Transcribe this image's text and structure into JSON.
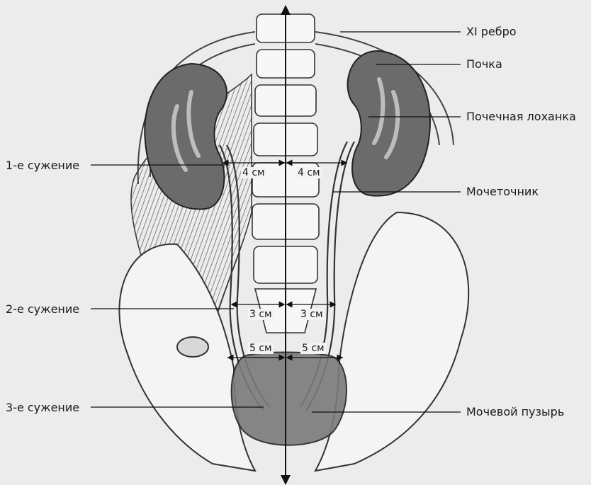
{
  "labels": {
    "rib": "XI ребро",
    "kidney": "Почка",
    "pelvis": "Почечная лоханка",
    "ureter": "Мочеточник",
    "bladder": "Мочевой пузырь",
    "narrowing1": "1-е сужение",
    "narrowing2": "2-е сужение",
    "narrowing3": "3-е сужение"
  },
  "measurements": {
    "upper_left": "4 см",
    "upper_right": "4 см",
    "middle_left": "3 см",
    "middle_right": "3 см",
    "lower_left": "5 см",
    "lower_right": "5 см"
  }
}
